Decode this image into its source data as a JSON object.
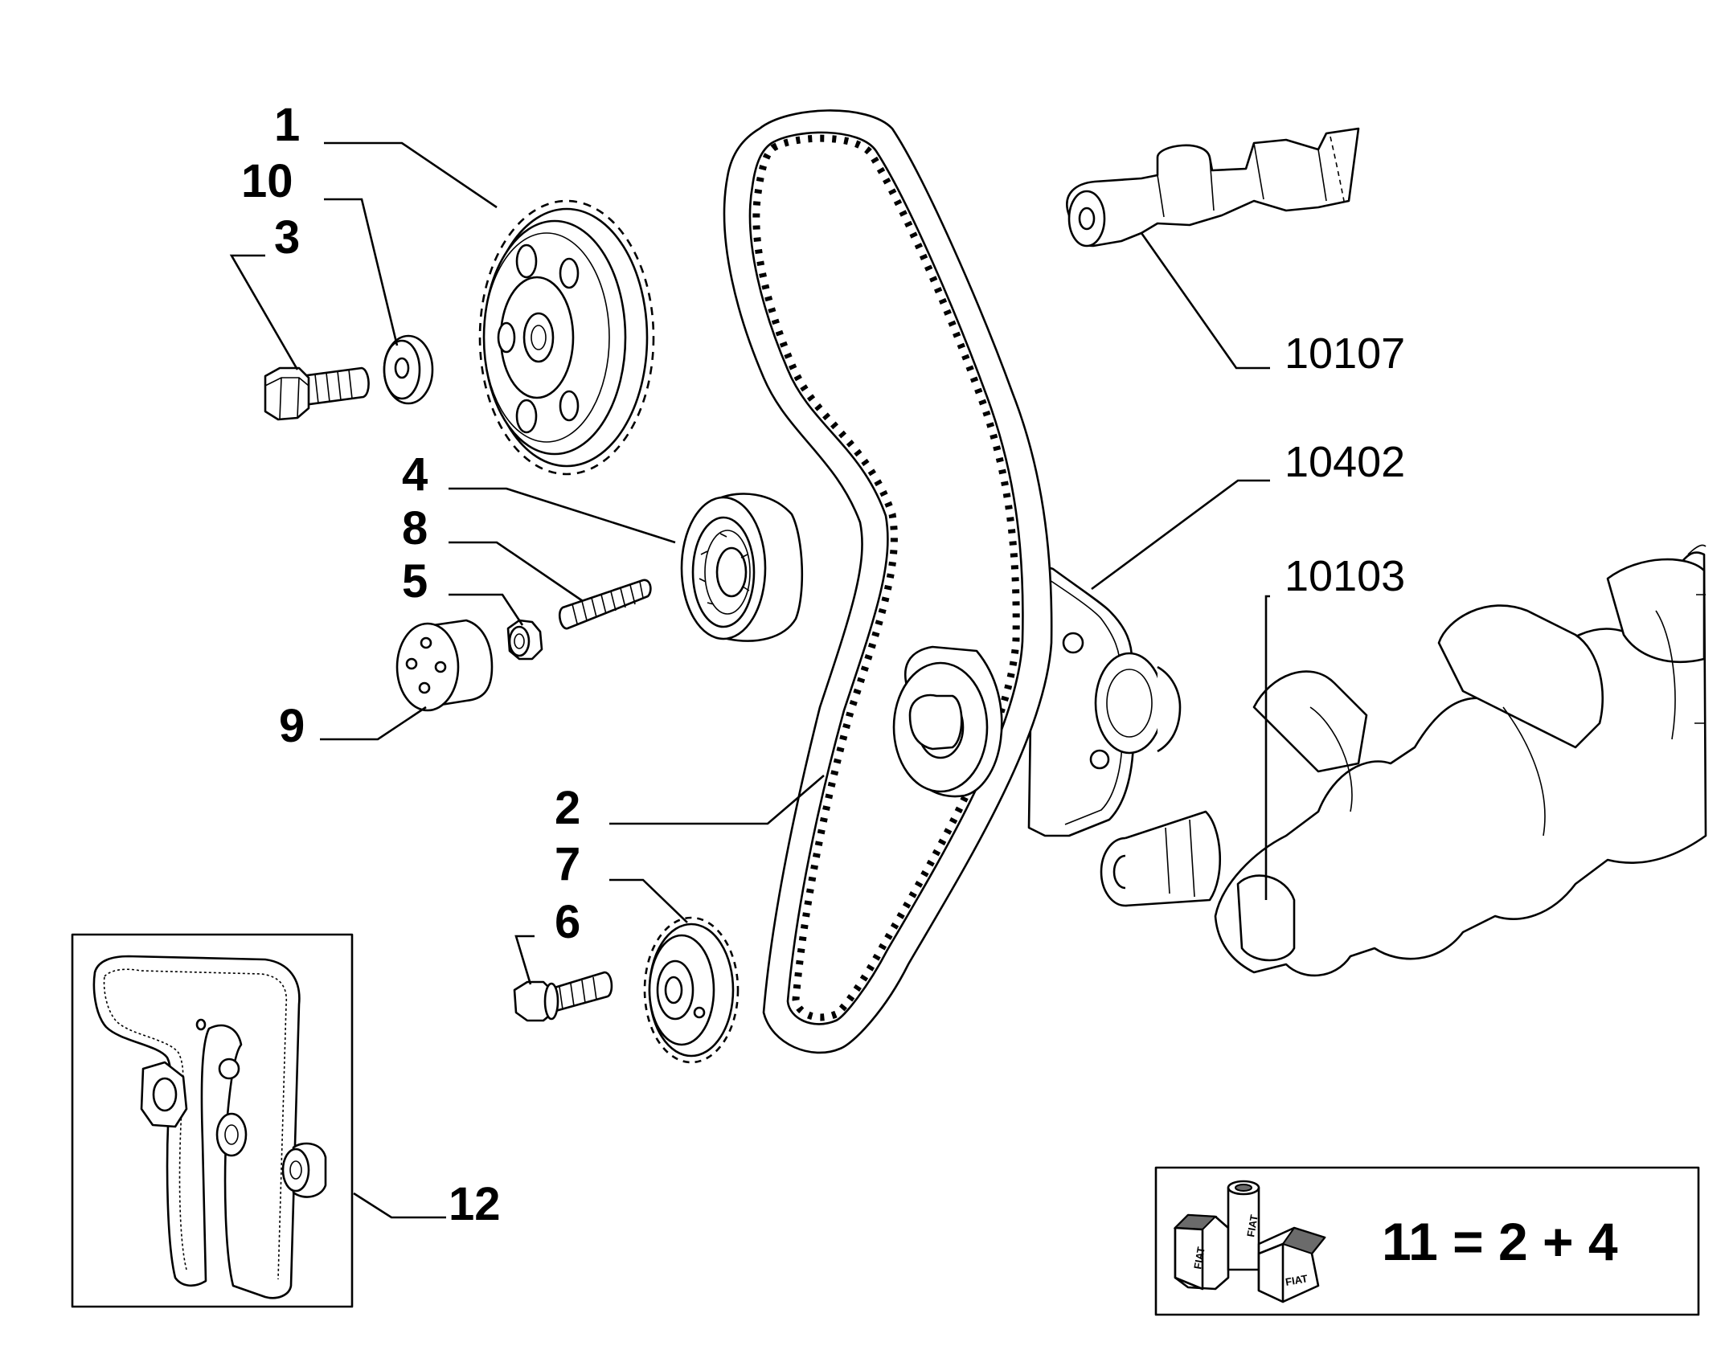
{
  "callouts": {
    "c1": "1",
    "c10": "10",
    "c3": "3",
    "c4": "4",
    "c8": "8",
    "c5": "5",
    "c9": "9",
    "c2": "2",
    "c7": "7",
    "c6": "6",
    "c12": "12"
  },
  "references": {
    "r10107": "10107",
    "r10402": "10402",
    "r10103": "10103"
  },
  "kit": {
    "formula": "11 = 2 + 4",
    "logo_text": "FIAT"
  }
}
